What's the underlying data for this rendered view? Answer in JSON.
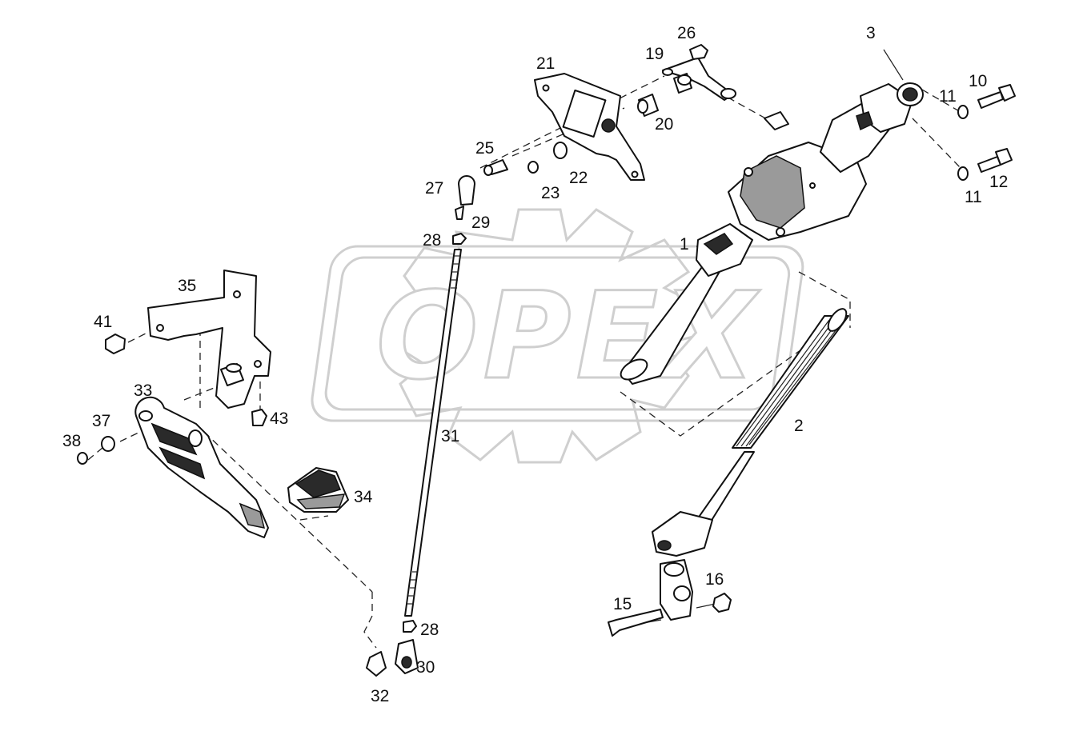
{
  "watermark": {
    "text": "OPEX"
  },
  "callouts": {
    "c1": "1",
    "c2": "2",
    "c3": "3",
    "c10": "10",
    "c11a": "11",
    "c11b": "11",
    "c12": "12",
    "c15": "15",
    "c16": "16",
    "c19": "19",
    "c20": "20",
    "c21": "21",
    "c22": "22",
    "c23": "23",
    "c25": "25",
    "c26": "26",
    "c27": "27",
    "c28a": "28",
    "c28b": "28",
    "c29": "29",
    "c30": "30",
    "c31": "31",
    "c32": "32",
    "c33": "33",
    "c34": "34",
    "c35": "35",
    "c37": "37",
    "c38": "38",
    "c41": "41",
    "c43": "43"
  }
}
